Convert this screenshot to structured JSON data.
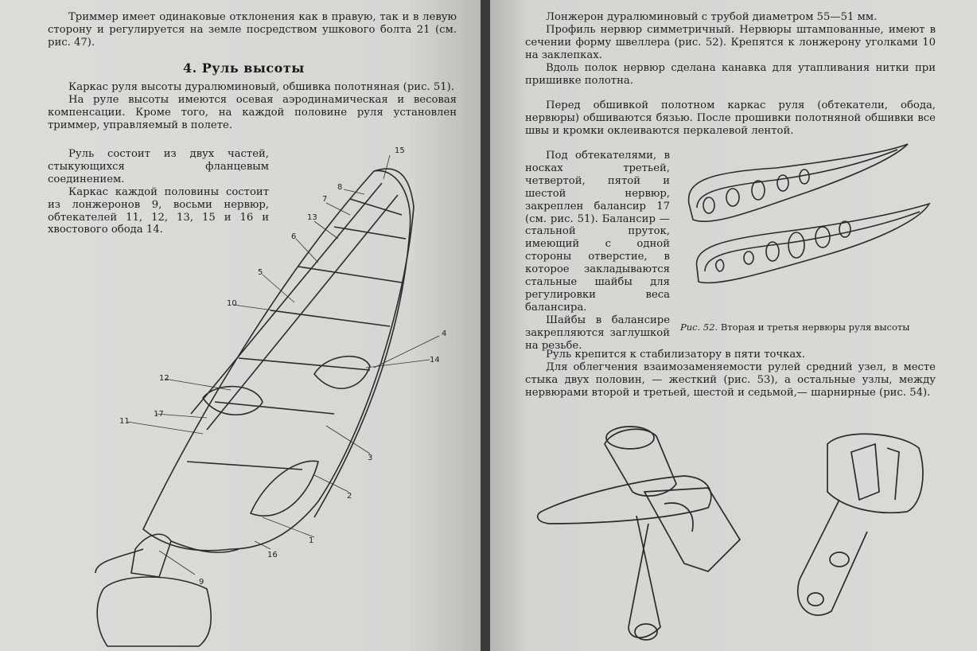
{
  "left_page": {
    "intro": "Триммер имеет одинаковые отклонения как в правую, так и в левую сторону и регулируется на земле посредством ушкового болта 21 (см. рис. 47).",
    "heading": "4. Руль высоты",
    "p1": "Каркас руля высоты дуралюминовый, обшивка полотняная (рис. 51).",
    "p2": "На руле высоты имеются осевая аэродинамическая и весовая компенсации. Кроме того, на каждой половине руля установлен триммер, управляемый в полете.",
    "p3": "Руль состоит из двух частей, стыкующихся фланцевым соединением.",
    "p4": "Каркас каждой половины состоит из лонжеронов 9, восьми нервюр, обтекателей 11, 12, 13, 15 и 16 и хвостового обода 14.",
    "figure_labels": [
      "15",
      "8",
      "7",
      "13",
      "6",
      "5",
      "10",
      "4",
      "14",
      "12",
      "17",
      "11",
      "3",
      "2",
      "1",
      "16",
      "9"
    ]
  },
  "right_page": {
    "p1": "Лонжерон дуралюминовый с трубой диаметром 55—51 мм.",
    "p2": "Профиль нервюр симметричный. Нервюры штампованные, имеют в сечении форму швеллера (рис. 52). Крепятся к лонжерону уголками 10 на заклепках.",
    "p3": "Вдоль полок нервюр сделана канавка для утапливания нитки при пришивке полотна.",
    "p4a": "Перед обшивкой полотном каркас руля (обтекатели, обода, нервюры) обшиваются бязью. После прошивки полотняной обшивки все швы и кромки оклеиваются перкалевой лентой.",
    "p5": "Под обтекателями, в носках третьей, четвертой, пятой и шестой нервюр, закреплен балансир 17 (см. рис. 51). Балансир — стальной пруток, имеющий с одной стороны отверстие, в которое закладываются стальные шайбы для регулировки веса балансира.",
    "p6": "Шайбы в балансире закрепляются заглушкой на резьбе.",
    "caption_fig": "Рис. 52.",
    "caption_text": "Вторая и третья нервюры руля высоты",
    "p7": "Руль крепится к стабилизатору в пяти точках.",
    "p8": "Для облегчения взаимозаменяемости рулей средний узел, в месте стыка двух половин, — жесткий (рис. 53), а остальные узлы, между нервюрами второй и третьей, шестой и седьмой,— шарнирные (рис. 54)."
  }
}
